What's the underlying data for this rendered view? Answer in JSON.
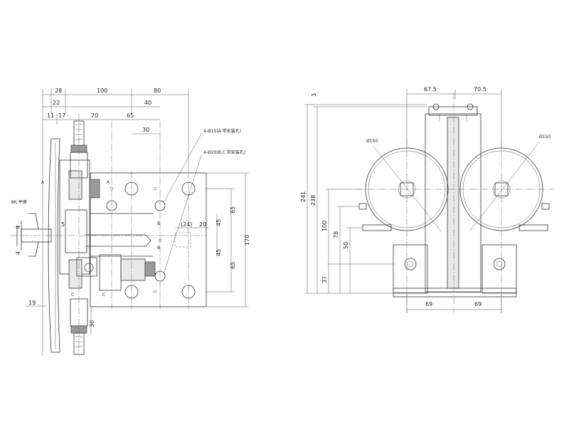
{
  "left_view": {
    "dims_top": [
      "28",
      "100",
      "80",
      "22",
      "40",
      "11",
      "17",
      "70",
      "65",
      "30"
    ],
    "notes": [
      "4-Ø15(A 带安装孔)",
      "4-Ø20(B,C 带安装孔)"
    ],
    "dims_right": [
      "65",
      "45",
      "45",
      "65",
      "170"
    ],
    "dims_mid": [
      "(24)",
      "20"
    ],
    "dims_left": [
      "4",
      "4",
      "5",
      "19"
    ],
    "dim_bottom": "30",
    "shaft_label": "8K 平键",
    "section_marks": [
      "A",
      "A",
      "B",
      "B",
      "C",
      "C"
    ]
  },
  "right_view": {
    "dims_top": [
      "67.5",
      "70.5",
      "3"
    ],
    "diameters": [
      "Ø150",
      "Ø150"
    ],
    "dims_left": [
      "241",
      "238",
      "100",
      "78",
      "50",
      "37"
    ],
    "dims_bottom": [
      "69",
      "69"
    ]
  }
}
